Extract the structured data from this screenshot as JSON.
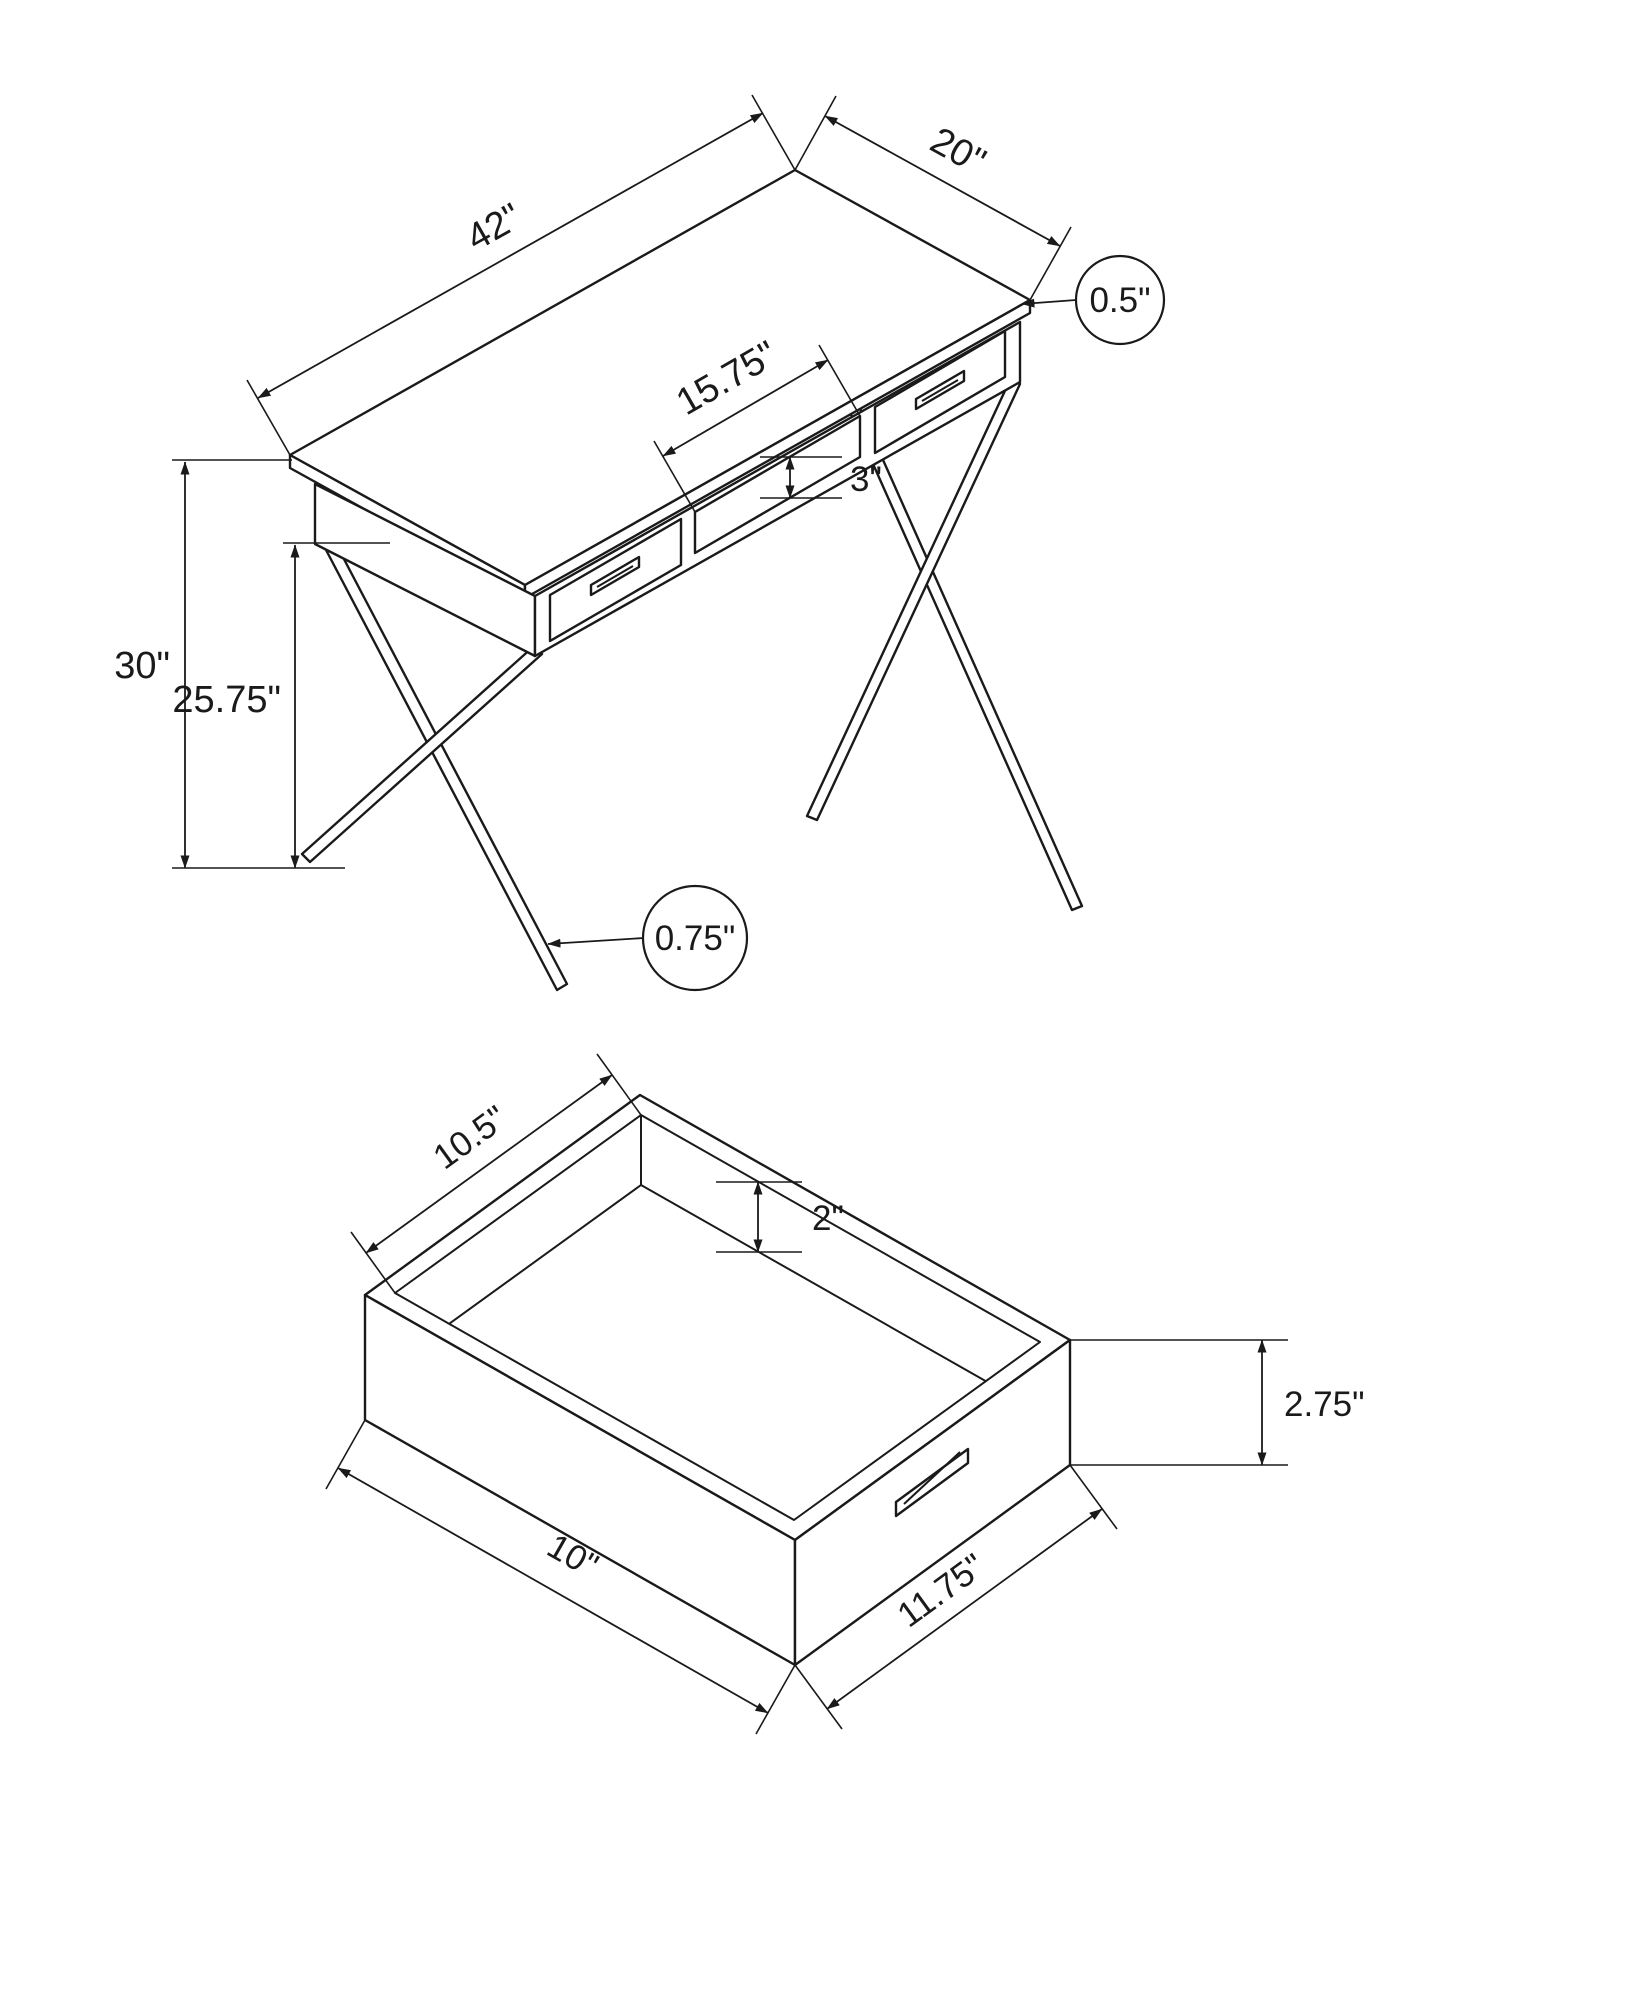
{
  "desk": {
    "width": "42\"",
    "depth": "20\"",
    "top_thickness": "0.5\"",
    "shelf_width": "15.75\"",
    "shelf_height": "3\"",
    "height": "30\"",
    "clearance_height": "25.75\"",
    "leg_diameter": "0.75\""
  },
  "drawer": {
    "inner_width": "10.5\"",
    "inner_depth": "2\"",
    "height": "2.75\"",
    "side_length": "10\"",
    "front_width": "11.75\""
  },
  "colors": {
    "line": "#1a1a1a",
    "background": "#ffffff"
  }
}
